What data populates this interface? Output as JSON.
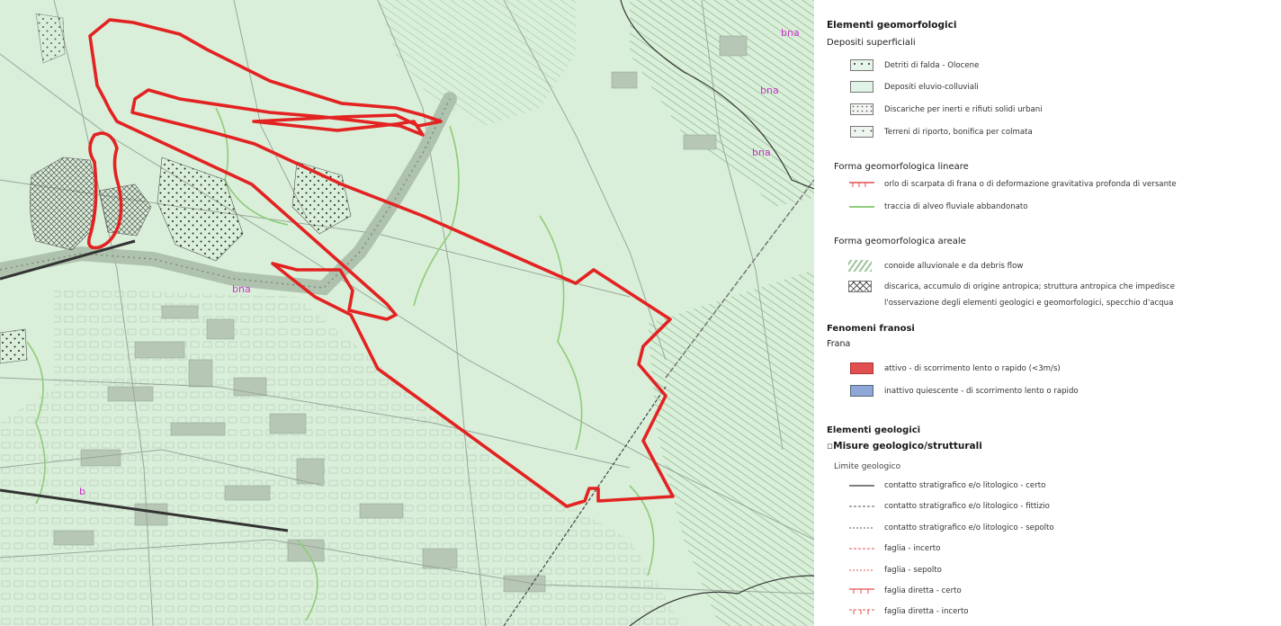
{
  "map": {
    "labels": [
      {
        "key": "bna1",
        "text": "bna"
      },
      {
        "key": "bna2",
        "text": "bna"
      },
      {
        "key": "bna3",
        "text": "bna"
      },
      {
        "key": "bna4",
        "text": "bna"
      },
      {
        "key": "b5",
        "text": "b"
      }
    ],
    "colors": {
      "boundary": "#e32222",
      "background": "#d9efd9",
      "hatch": "#8fb88f",
      "road": "#9aa79a",
      "rail": "#333333"
    }
  },
  "legend": {
    "geomorph_title": "Elementi geomorfologici",
    "depositi_title": "Depositi superficiali",
    "depositi": [
      "Detriti di falda - Olocene",
      "Depositi eluvio-colluviali",
      "Discariche per inerti e rifiuti solidi urbani",
      "Terreni di riporto, bonifica per colmata"
    ],
    "lineare_title": "Forma geomorfologica lineare",
    "lineare": [
      "orlo di scarpata di frana o di deformazione gravitativa profonda di versante",
      "traccia di alveo fluviale abbandonato"
    ],
    "areale_title": "Forma geomorfologica areale",
    "areale": [
      "conoide alluvionale e da debris flow",
      "discarica, accumulo di origine antropica; struttura antropica che impedisce",
      "l'osservazione degli elementi geologici e geomorfologici, specchio d'acqua"
    ],
    "franosi_title": "Fenomeni franosi",
    "frana_title": "Frana",
    "frana": [
      "attivo - di scorrimento lento o rapido (<3m/s)",
      "inattivo quiescente - di scorrimento lento o rapido"
    ],
    "geologici_title": "Elementi geologici",
    "misure_title": "Misure geologico/strutturali",
    "limite_title": "Limite geologico",
    "limite": [
      "contatto stratigrafico e/o litologico - certo",
      "contatto stratigrafico e/o litologico - fittizio",
      "contatto stratigrafico e/o litologico - sepolto",
      "faglia - incerto",
      "faglia - sepolto",
      "faglia diretta - certo",
      "faglia diretta - incerto"
    ],
    "colors": {
      "frana_attivo": "#e05050",
      "frana_inattivo": "#8fa6d8",
      "depositi_fill": "#e6f5ea",
      "alveo": "#8fcc7a",
      "faglia": "#e64d4d"
    }
  }
}
